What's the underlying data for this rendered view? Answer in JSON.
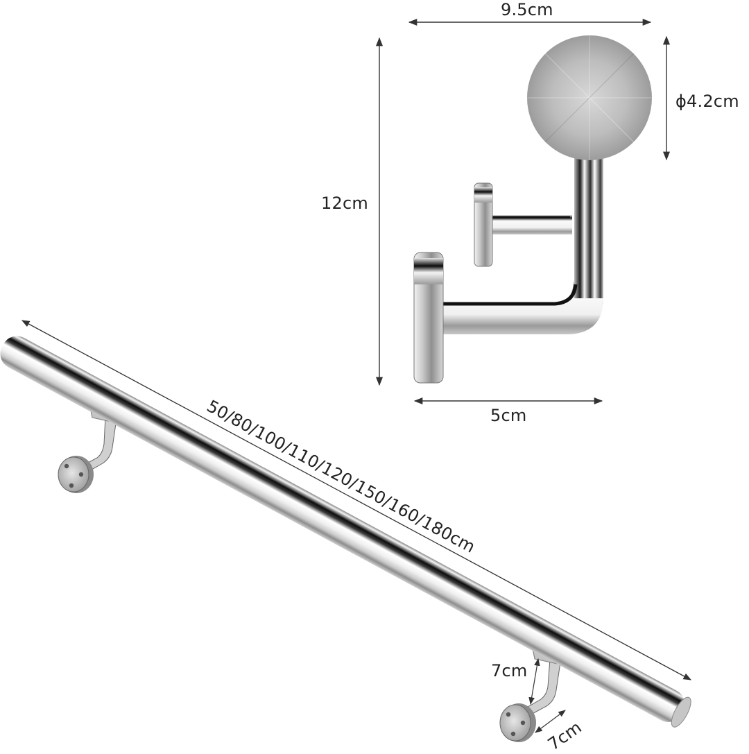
{
  "diagram": {
    "subject": "Stainless steel handrail with wall brackets",
    "colors": {
      "background": "#ffffff",
      "dimension_line": "#333333",
      "label_text": "#222222",
      "steel_light": "#f4f4f4",
      "steel_mid": "#b5b5b5",
      "steel_dark": "#111111"
    },
    "bracket_detail": {
      "width_label": "9.5cm",
      "height_label": "12cm",
      "cap_diameter_label": "ϕ4.2cm",
      "wall_offset_label": "5cm"
    },
    "rail": {
      "length_label": "50/80/100/110/120/150/160/180cm",
      "length_options_cm": [
        50,
        80,
        100,
        110,
        120,
        150,
        160,
        180
      ]
    },
    "rail_bracket": {
      "vertical_label": "7cm",
      "horizontal_label": "7cm"
    }
  }
}
